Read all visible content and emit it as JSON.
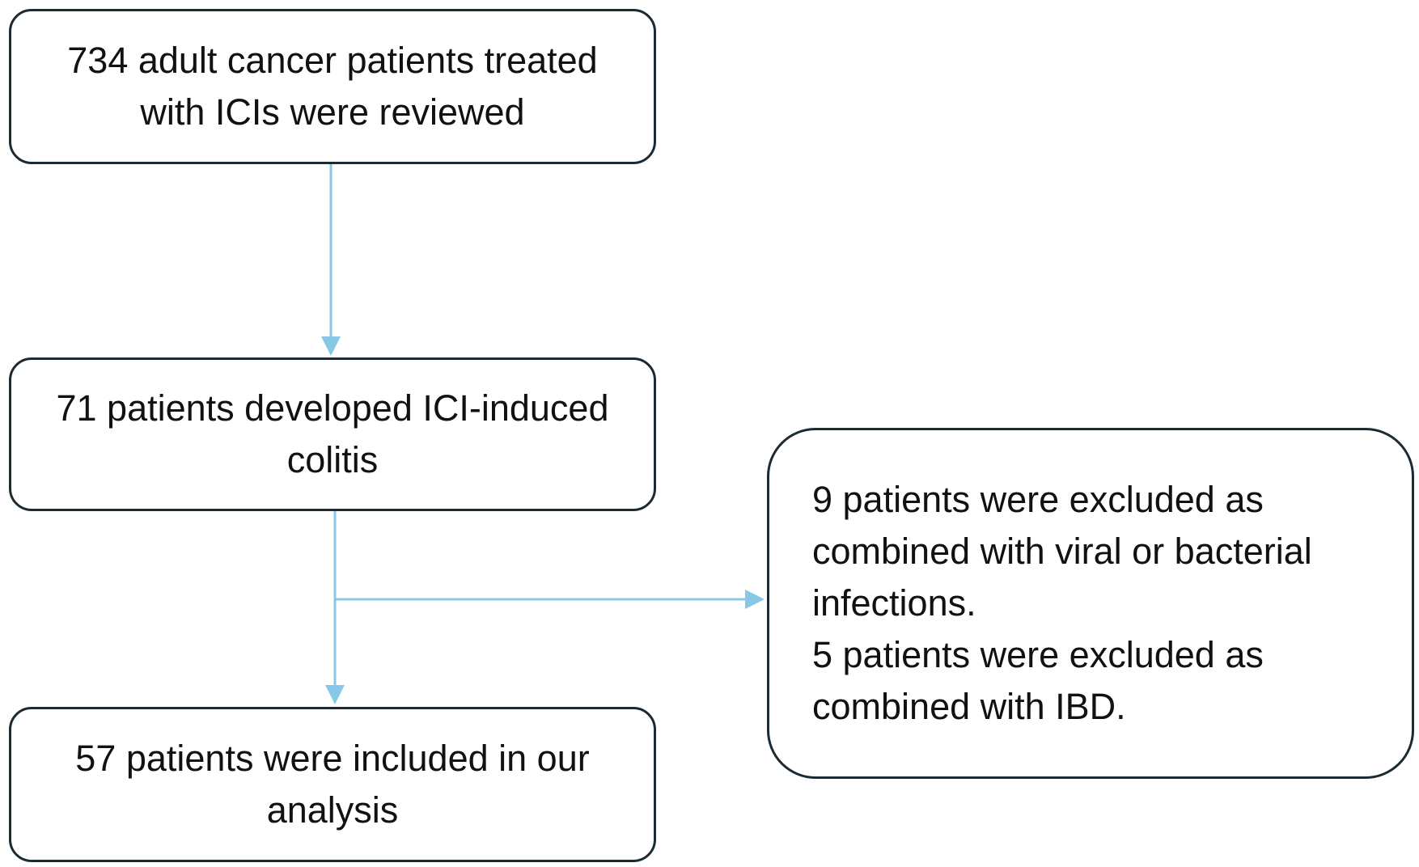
{
  "diagram": {
    "connector_color": "#87c8e6",
    "border_color": "#1b2a33",
    "boxes": {
      "reviewed": {
        "lines": [
          "734 adult cancer patients treated",
          "with ICIs were reviewed"
        ]
      },
      "colitis": {
        "lines": [
          "71 patients developed ICI-induced",
          "colitis"
        ]
      },
      "included": {
        "lines": [
          "57 patients were included in our",
          "analysis"
        ]
      },
      "excluded": {
        "lines": [
          "9 patients were excluded as",
          "combined with viral or bacterial",
          "infections.",
          "5 patients were excluded as",
          "combined with IBD."
        ]
      }
    }
  }
}
